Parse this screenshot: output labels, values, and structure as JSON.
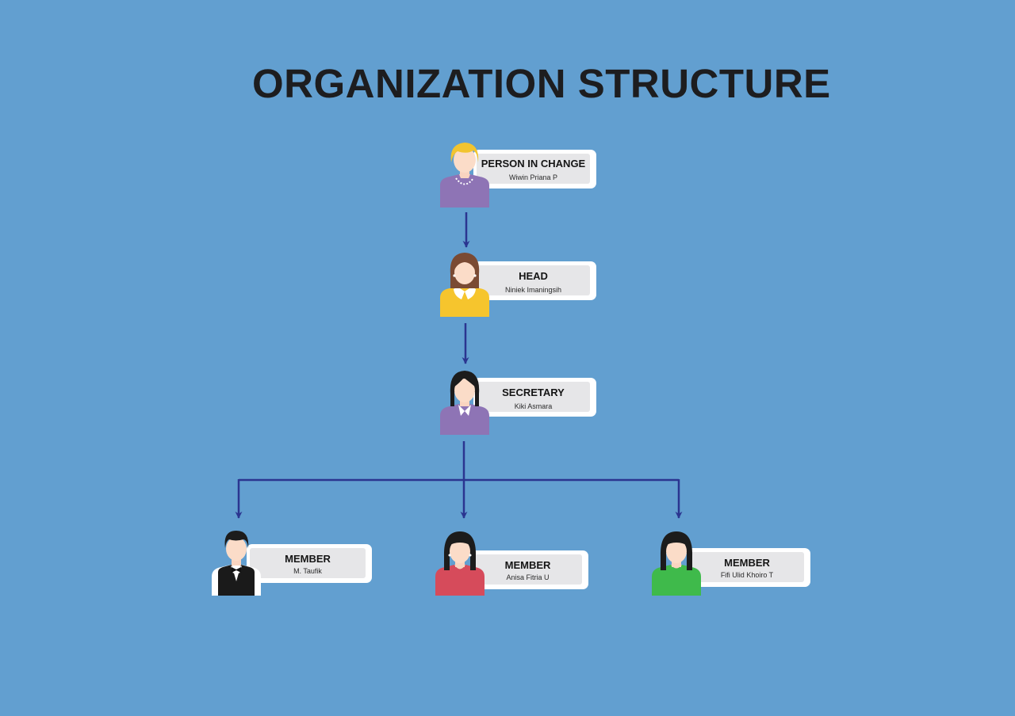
{
  "title": "ORGANIZATION STRUCTURE",
  "colors": {
    "background": "#629fd0",
    "connector": "#2b3590",
    "card": "#ffffff",
    "card_inner": "#e6e6e8"
  },
  "nodes": [
    {
      "role": "PERSON IN CHANGE",
      "name": "Wiwin Priana P",
      "avatar": "woman-blonde-necklace-avatar",
      "shirt_color": "#8e74b5",
      "hair_color": "#f2c42f"
    },
    {
      "role": "HEAD",
      "name": "Niniek Imaningsih",
      "avatar": "woman-brown-hair-collar-avatar",
      "shirt_color": "#f6c52d",
      "hair_color": "#7a4a33"
    },
    {
      "role": "SECRETARY",
      "name": "Kiki Asmara",
      "avatar": "woman-black-hair-shirt-avatar",
      "shirt_color": "#8e74b5",
      "hair_color": "#1c1c1c"
    },
    {
      "role": "MEMBER",
      "name": "M. Taufik",
      "avatar": "man-bowtie-vest-avatar",
      "shirt_color": "#1a1a1a",
      "hair_color": "#1c1c1c"
    },
    {
      "role": "MEMBER",
      "name": "Anisa Fitria U",
      "avatar": "woman-black-hair-red-avatar",
      "shirt_color": "#d64b5b",
      "hair_color": "#1c1c1c"
    },
    {
      "role": "MEMBER",
      "name": "Fifi Ulid Khoiro T",
      "avatar": "woman-black-hair-green-avatar",
      "shirt_color": "#3fba4b",
      "hair_color": "#1c1c1c"
    }
  ]
}
